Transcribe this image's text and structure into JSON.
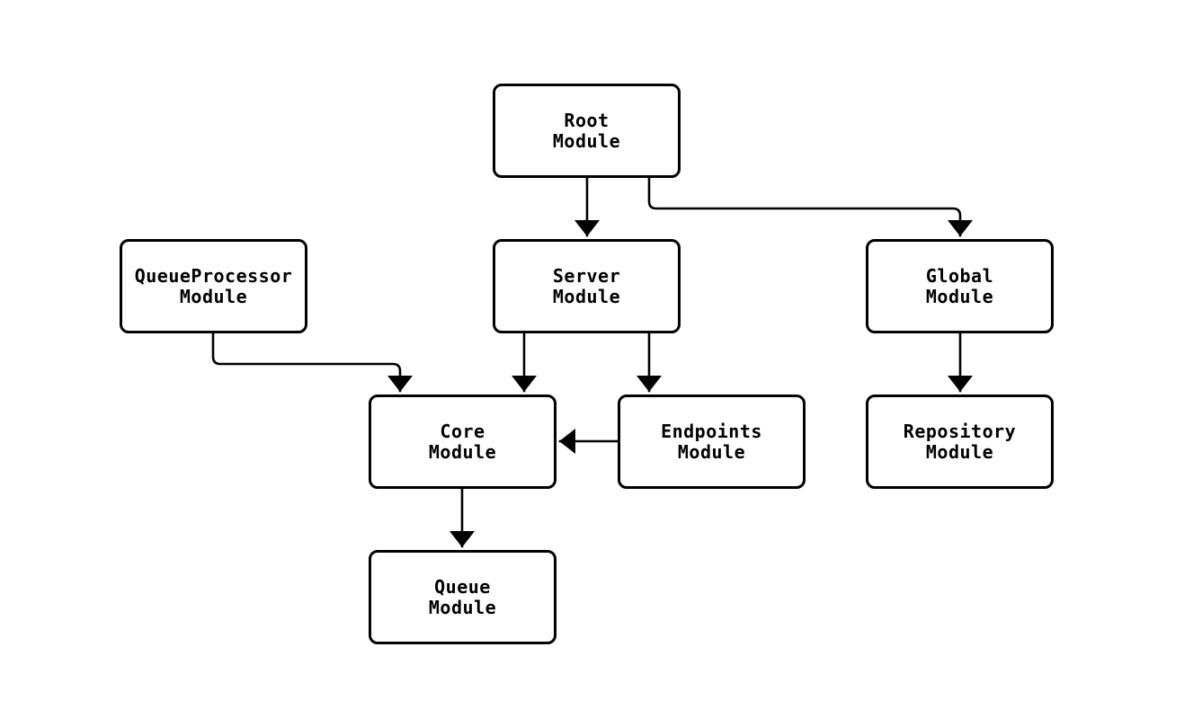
{
  "diagram": {
    "type": "flowchart",
    "direction": "top-down",
    "background_color": "#ffffff",
    "node_fill_color": "#ffffff",
    "node_stroke_color": "#000000",
    "edge_color": "#000000",
    "text_color": "#000000",
    "nodes": [
      {
        "id": "root",
        "label": "Root\nModule"
      },
      {
        "id": "queueprocessor",
        "label": "QueueProcessor\nModule"
      },
      {
        "id": "server",
        "label": "Server\nModule"
      },
      {
        "id": "global",
        "label": "Global\nModule"
      },
      {
        "id": "core",
        "label": "Core\nModule"
      },
      {
        "id": "endpoints",
        "label": "Endpoints\nModule"
      },
      {
        "id": "repository",
        "label": "Repository\nModule"
      },
      {
        "id": "queue",
        "label": "Queue\nModule"
      }
    ],
    "edges": [
      {
        "from": "root",
        "to": "server",
        "style": "arrow"
      },
      {
        "from": "root",
        "to": "global",
        "style": "arrow"
      },
      {
        "from": "queueprocessor",
        "to": "core",
        "style": "arrow"
      },
      {
        "from": "server",
        "to": "core",
        "style": "arrow"
      },
      {
        "from": "server",
        "to": "endpoints",
        "style": "arrow"
      },
      {
        "from": "endpoints",
        "to": "core",
        "style": "arrow"
      },
      {
        "from": "global",
        "to": "repository",
        "style": "arrow"
      },
      {
        "from": "core",
        "to": "queue",
        "style": "arrow"
      }
    ]
  }
}
